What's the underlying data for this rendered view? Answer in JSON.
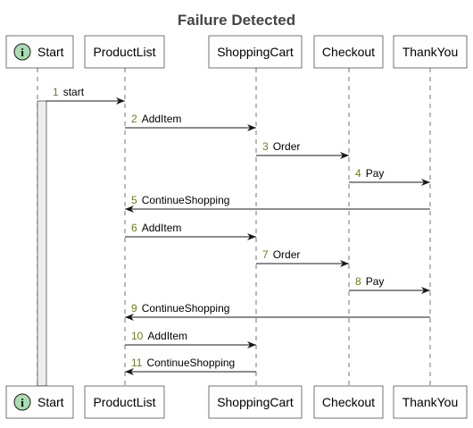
{
  "title": "Failure Detected",
  "participants": [
    {
      "name": "Start",
      "icon": "i"
    },
    {
      "name": "ProductList"
    },
    {
      "name": "ShoppingCart"
    },
    {
      "name": "Checkout"
    },
    {
      "name": "ThankYou"
    }
  ],
  "messages": [
    {
      "num": "1",
      "label": "start",
      "from": 0,
      "to": 1
    },
    {
      "num": "2",
      "label": "AddItem",
      "from": 1,
      "to": 2
    },
    {
      "num": "3",
      "label": "Order",
      "from": 2,
      "to": 3
    },
    {
      "num": "4",
      "label": "Pay",
      "from": 3,
      "to": 4
    },
    {
      "num": "5",
      "label": "ContinueShopping",
      "from": 4,
      "to": 1
    },
    {
      "num": "6",
      "label": "AddItem",
      "from": 1,
      "to": 2
    },
    {
      "num": "7",
      "label": "Order",
      "from": 2,
      "to": 3
    },
    {
      "num": "8",
      "label": "Pay",
      "from": 3,
      "to": 4
    },
    {
      "num": "9",
      "label": "ContinueShopping",
      "from": 4,
      "to": 1
    },
    {
      "num": "10",
      "label": "AddItem",
      "from": 1,
      "to": 2
    },
    {
      "num": "11",
      "label": "ContinueShopping",
      "from": 2,
      "to": 1
    }
  ],
  "colors": {
    "accent_number": "#6b7d18",
    "icon_fill": "#a9dcb2",
    "activation_fill": "#eeeeee"
  }
}
